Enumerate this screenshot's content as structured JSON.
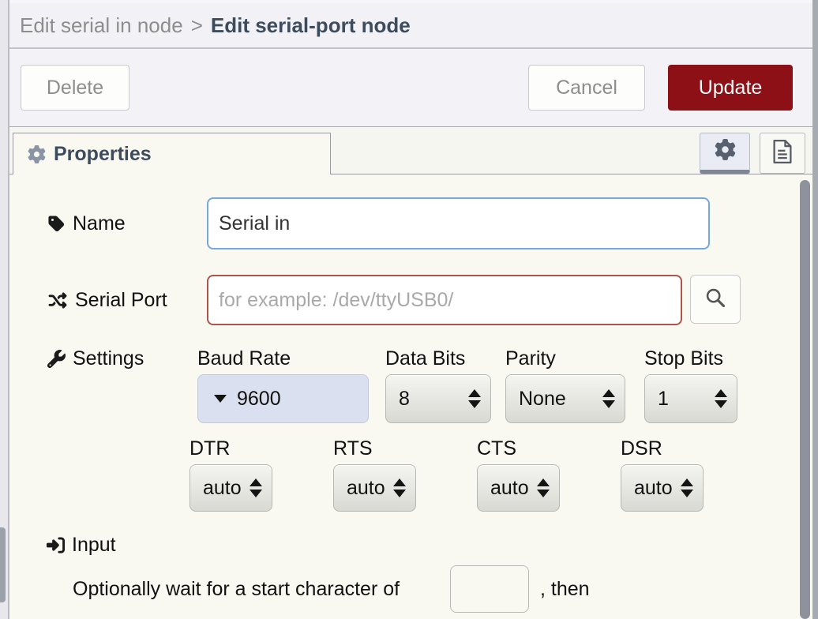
{
  "colors": {
    "update_button": "#8c1016",
    "name_input_focus_border": "#75a8dd",
    "serial_input_error_border": "#ad544c",
    "baud_select_bg": "#dbe0f0",
    "breadcrumb_current": "#3d4c5c"
  },
  "breadcrumb": {
    "parent": "Edit serial in node",
    "separator": ">",
    "current": "Edit serial-port node"
  },
  "toolbar": {
    "delete_label": "Delete",
    "cancel_label": "Cancel",
    "update_label": "Update"
  },
  "tab_bar": {
    "properties_tab_label": "Properties"
  },
  "form": {
    "name": {
      "label": "Name",
      "value": "Serial in"
    },
    "serial_port": {
      "label": "Serial Port",
      "placeholder": "for example: /dev/ttyUSB0/"
    },
    "settings": {
      "label": "Settings",
      "baud_rate": {
        "label": "Baud Rate",
        "value": "9600"
      },
      "data_bits": {
        "label": "Data Bits",
        "value": "8"
      },
      "parity": {
        "label": "Parity",
        "value": "None"
      },
      "stop_bits": {
        "label": "Stop Bits",
        "value": "1"
      },
      "dtr": {
        "label": "DTR",
        "value": "auto"
      },
      "rts": {
        "label": "RTS",
        "value": "auto"
      },
      "cts": {
        "label": "CTS",
        "value": "auto"
      },
      "dsr": {
        "label": "DSR",
        "value": "auto"
      }
    },
    "input_section": {
      "label": "Input",
      "sentence_before": "Optionally wait for a start character of",
      "sentence_after": ", then",
      "start_character_value": ""
    }
  }
}
